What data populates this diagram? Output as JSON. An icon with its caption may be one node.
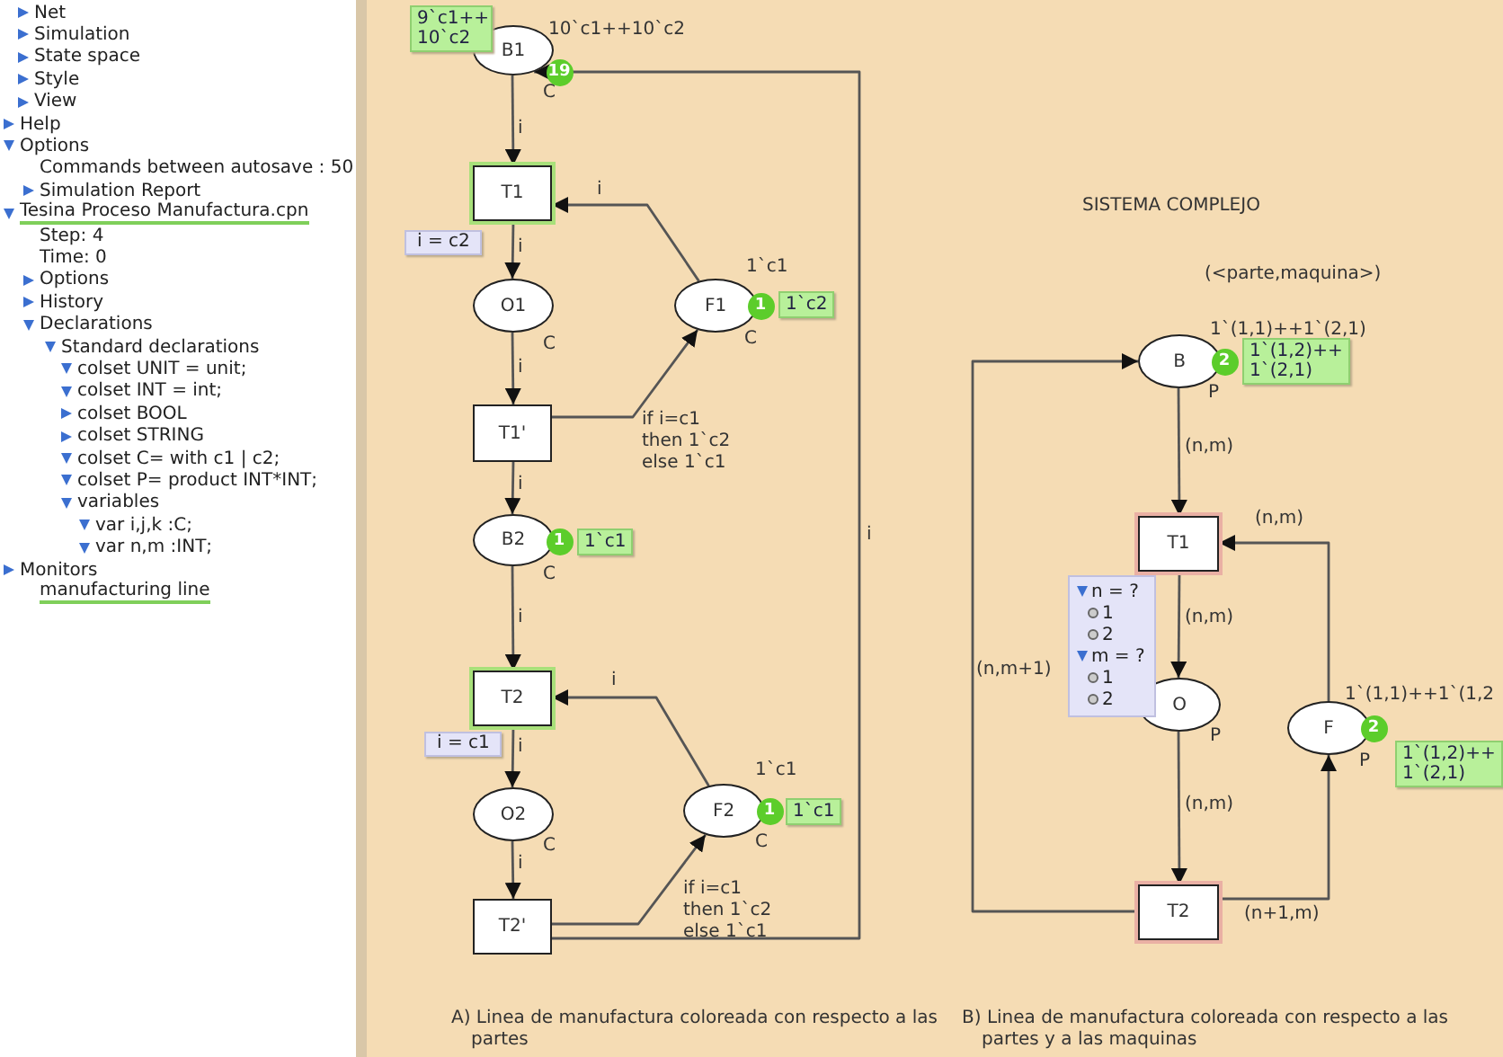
{
  "diagram": {
    "nodes": [
      {
        "text": [
          "B1"
        ],
        "beside": [
          "10`c1++10`c2",
          "C",
          "19",
          "9`c1++ 10`c2"
        ]
      },
      {
        "text": [
          "T1"
        ],
        "beside": [
          "i = c2"
        ]
      },
      {
        "text": [
          "O1"
        ],
        "beside": [
          "C"
        ]
      },
      {
        "text": [
          "F1"
        ],
        "beside": [
          "1`c1",
          "C",
          "1",
          "1`c2"
        ]
      },
      {
        "text": [
          "T1'"
        ]
      },
      {
        "text": [
          "B2"
        ],
        "beside": [
          "C",
          "1",
          "1`c1"
        ]
      },
      {
        "text": [
          "T2"
        ],
        "beside": [
          "i = c1"
        ]
      },
      {
        "text": [
          "O2"
        ],
        "beside": [
          "C"
        ]
      },
      {
        "text": [
          "F2"
        ],
        "beside": [
          "1`c1",
          "C",
          "1",
          "1`c1"
        ]
      },
      {
        "text": [
          "T2'"
        ]
      },
      {
        "text": [
          "B"
        ],
        "beside": [
          "1`(1,1)++1`(2,1)",
          "P",
          "2",
          "1`(1,2)++ 1`(2,1)"
        ]
      },
      {
        "text": [
          "T1"
        ],
        "beside": [
          "n = ?",
          "1",
          "2",
          "m = ?",
          "1",
          "2"
        ]
      },
      {
        "text": [
          "O"
        ],
        "beside": [
          "P"
        ]
      },
      {
        "text": [
          "F"
        ],
        "beside": [
          "1`(1,1)++1`(1,2",
          "P",
          "2",
          "1`(1,2)++ 1`(2,1)"
        ]
      },
      {
        "text": [
          "T2"
        ]
      }
    ],
    "edges": [
      {
        "from": 0,
        "to": 1,
        "arrow": "to",
        "label": "i"
      },
      {
        "from": 1,
        "to": 2,
        "arrow": "to",
        "label": "i"
      },
      {
        "from": 2,
        "to": 4,
        "arrow": "to",
        "label": "i"
      },
      {
        "from": 4,
        "to": 3,
        "arrow": "to",
        "label": "if i=c1 then 1`c2 else 1`c1"
      },
      {
        "from": 3,
        "to": 1,
        "arrow": "to",
        "label": "i"
      },
      {
        "from": 4,
        "to": 5,
        "arrow": "to",
        "label": "i"
      },
      {
        "from": 5,
        "to": 6,
        "arrow": "to",
        "label": "i"
      },
      {
        "from": 6,
        "to": 7,
        "arrow": "to",
        "label": "i"
      },
      {
        "from": 7,
        "to": 9,
        "arrow": "to",
        "label": "i"
      },
      {
        "from": 9,
        "to": 8,
        "arrow": "to",
        "label": "if i=c1 then 1`c2 else 1`c1"
      },
      {
        "from": 8,
        "to": 6,
        "arrow": "to",
        "label": "i"
      },
      {
        "from": 9,
        "to": 0,
        "arrow": "to",
        "label": "i"
      },
      {
        "from": 10,
        "to": 11,
        "arrow": "to",
        "label": "(n,m)"
      },
      {
        "from": 11,
        "to": 12,
        "arrow": "to",
        "label": "(n,m)"
      },
      {
        "from": 12,
        "to": 14,
        "arrow": "to",
        "label": "(n,m)"
      },
      {
        "from": 14,
        "to": 13,
        "arrow": "to",
        "label": "(n+1,m)"
      },
      {
        "from": 13,
        "to": 11,
        "arrow": "to",
        "label": "(n,m)"
      },
      {
        "from": 14,
        "to": 10,
        "arrow": "to",
        "label": "(n,m+1)"
      }
    ],
    "labels": [
      "Net",
      "Simulation",
      "State space",
      "Style",
      "View",
      "Help",
      "Options",
      "Commands between autosave : 50",
      "Simulation Report",
      "Tesina Proceso Manufactura.cpn",
      "Step: 4",
      "Time: 0",
      "Options",
      "History",
      "Declarations",
      "Standard declarations",
      "colset UNIT = unit;",
      "colset INT = int;",
      "colset BOOL",
      "colset STRING",
      "colset C= with c1 | c2;",
      "colset P= product INT*INT;",
      "variables",
      "var i,j,k :C;",
      "var n,m :INT;",
      "Monitors",
      "manufacturing line",
      "SISTEMA COMPLEJO",
      "(<parte,maquina>)",
      "A) Linea de manufactura coloreada con respecto a las partes",
      "B) Linea de manufactura coloreada con respecto a las partes y a las maquinas"
    ]
  }
}
